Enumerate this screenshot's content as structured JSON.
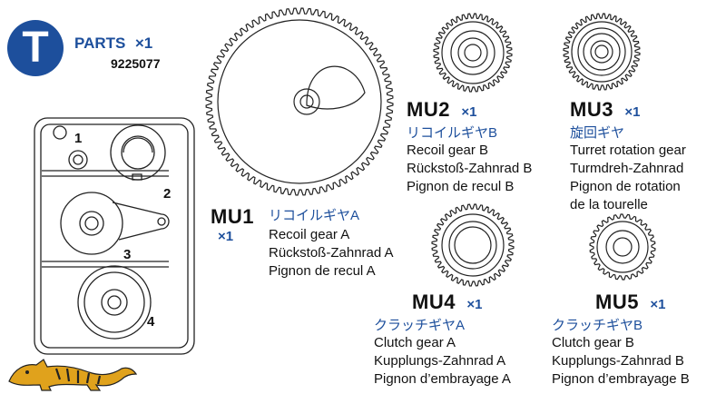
{
  "header": {
    "badge_letter": "T",
    "title": "PARTS",
    "quantity": "×1",
    "part_number": "9225077"
  },
  "sprue": {
    "labels": [
      "1",
      "2",
      "3",
      "4"
    ]
  },
  "parts": [
    {
      "code": "MU1",
      "qty": "×1",
      "jp": "リコイルギヤA",
      "lines": [
        "Recoil gear A",
        "Rückstoß-Zahnrad A",
        "Pignon de recul A"
      ]
    },
    {
      "code": "MU2",
      "qty": "×1",
      "jp": "リコイルギヤB",
      "lines": [
        "Recoil gear B",
        "Rückstoß-Zahnrad B",
        "Pignon de recul B"
      ]
    },
    {
      "code": "MU3",
      "qty": "×1",
      "jp": "旋回ギヤ",
      "lines": [
        "Turret rotation gear",
        "Turmdreh-Zahnrad",
        "Pignon de rotation",
        "de la tourelle"
      ]
    },
    {
      "code": "MU4",
      "qty": "×1",
      "jp": "クラッチギヤA",
      "lines": [
        "Clutch gear A",
        "Kupplungs-Zahnrad A",
        "Pignon d’embrayage A"
      ]
    },
    {
      "code": "MU5",
      "qty": "×1",
      "jp": "クラッチギヤB",
      "lines": [
        "Clutch gear B",
        "Kupplungs-Zahnrad B",
        "Pignon d’embrayage B"
      ]
    }
  ],
  "colors": {
    "accent": "#1d4f9c",
    "logo": "#e0a21c"
  }
}
